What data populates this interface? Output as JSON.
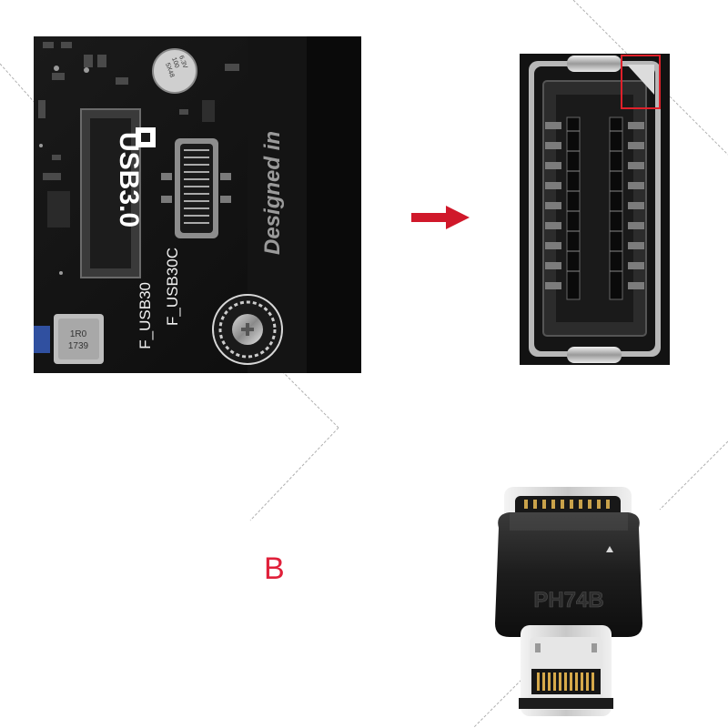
{
  "left_photo": {
    "silk_usb30": "USB3.0",
    "silk_f_usb30": "F_USB30",
    "silk_f_usb30c": "F_USB30C",
    "silk_designed_in": "Designed in",
    "inductor_label_1": "1R0",
    "inductor_label_2": "1739",
    "capacitor_label_1": "5X48",
    "capacitor_label_2": "100",
    "capacitor_label_3": "6.3V"
  },
  "adapter_photo": {
    "model_label": "PH74B"
  },
  "variant_letter": "B",
  "colors": {
    "variant_letter": "#e0203a",
    "arrow": "#d0182a",
    "highlight_box": "#e0202a"
  }
}
